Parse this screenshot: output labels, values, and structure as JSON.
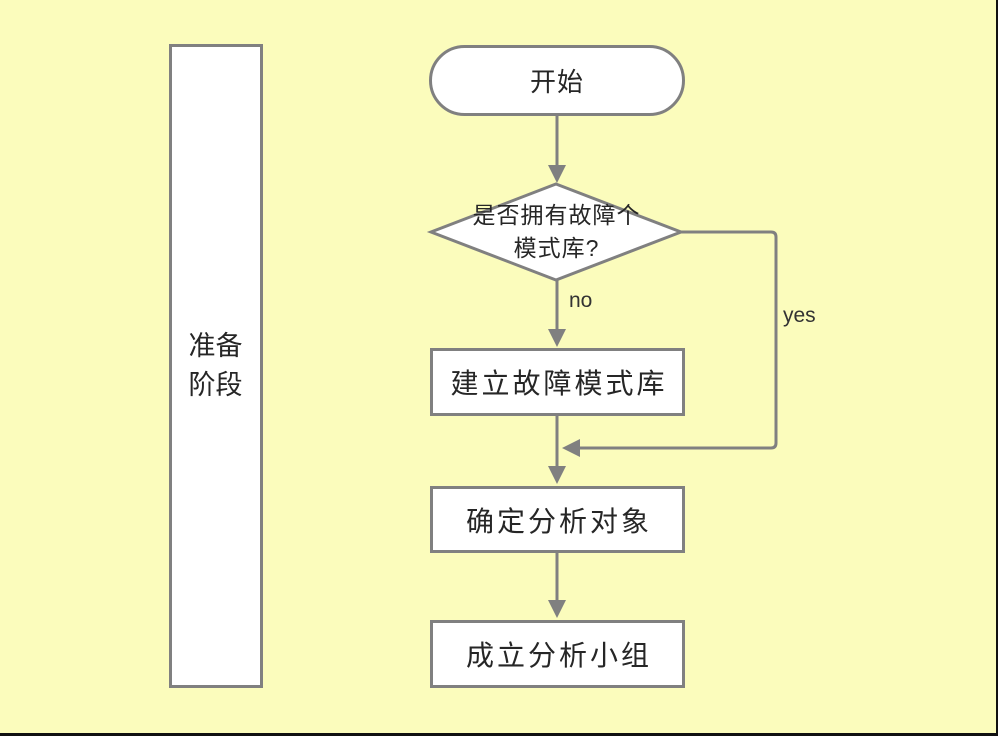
{
  "diagram": {
    "lane": {
      "label": "准备阶段",
      "label_lines": [
        "准备",
        "阶段"
      ]
    },
    "start": {
      "label": "开始"
    },
    "decision": {
      "label": "是否拥有故障个模式库?",
      "label_lines": [
        "是否拥有故障个",
        "模式库?"
      ]
    },
    "branch_labels": {
      "no": "no",
      "yes": "yes"
    },
    "steps": [
      {
        "label": "建立故障模式库"
      },
      {
        "label": "确定分析对象"
      },
      {
        "label": "成立分析小组"
      }
    ]
  },
  "colors": {
    "background": "#FBFCBC",
    "shape_fill": "#FFFFFF",
    "shape_border": "#808080",
    "connector": "#808080",
    "text": "#262626",
    "branch_label_text": "#333333",
    "window_edge": "#111111"
  }
}
